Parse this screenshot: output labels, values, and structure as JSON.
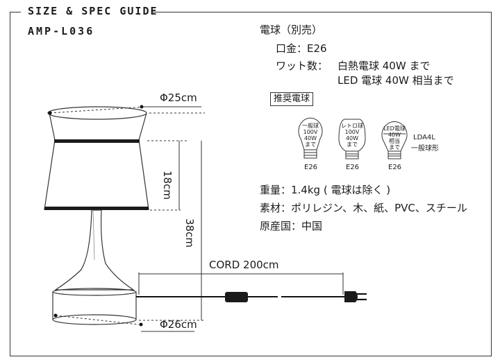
{
  "header": {
    "title": "SIZE & SPEC GUIDE",
    "model": "AMP-L036"
  },
  "dimensions": {
    "top_diameter": "Φ25cm",
    "base_diameter": "Φ26cm",
    "shade_height": "18cm",
    "total_height": "38cm",
    "cord_length": "CORD 200cm"
  },
  "bulb_info": {
    "heading": "電球（別売）",
    "socket_label": "口金：E26",
    "wattage_label": "ワット数：",
    "wattage_line1": "白熱電球 40W まで",
    "wattage_line2": "LED 電球 40W 相当まで"
  },
  "recommended": {
    "heading": "推奨電球",
    "bulbs": [
      {
        "type": "一般球",
        "volt": "100V",
        "watt": "40W",
        "extra": "まで",
        "socket": "E26"
      },
      {
        "type": "レトロ球",
        "volt": "100V",
        "watt": "40W",
        "extra": "まで",
        "socket": "E26"
      },
      {
        "type": "LED電球",
        "volt": "40W",
        "watt": "相当",
        "extra": "まで",
        "socket": "E26"
      }
    ],
    "led_model": "LDA4L",
    "led_model_sub": "一般球形"
  },
  "specs": {
    "weight": "重量：1.4kg ( 電球は除く )",
    "material": "素材：ポリレジン、木、紙、PVC、スチール",
    "origin": "原産国：中国"
  }
}
